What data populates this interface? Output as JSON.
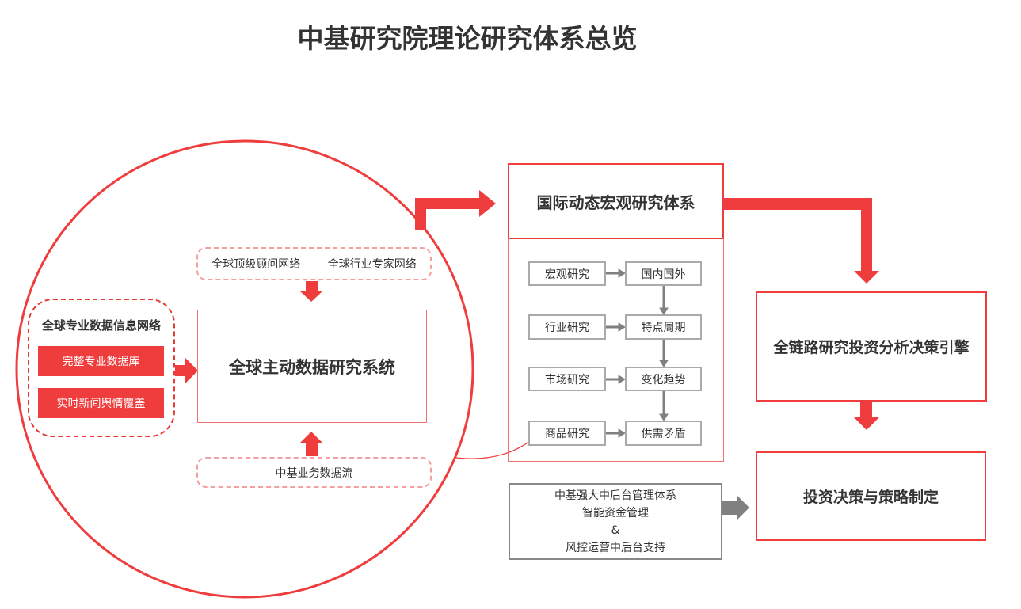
{
  "title": "中基研究院理论研究体系总览",
  "circle": {
    "top_networks": [
      "全球顶级顾问网络",
      "全球行业专家网络"
    ],
    "core_system": "全球主动数据研究系统",
    "business_flow": "中基业务数据流",
    "data_network": {
      "heading": "全球专业数据信息网络",
      "items": [
        "完整专业数据库",
        "实时新闻舆情覆盖"
      ]
    }
  },
  "macro": {
    "title": "国际动态宏观研究体系",
    "rows": [
      {
        "research": "宏观研究",
        "focus": "国内国外"
      },
      {
        "research": "行业研究",
        "focus": "特点周期"
      },
      {
        "research": "市场研究",
        "focus": "变化趋势"
      },
      {
        "research": "商品研究",
        "focus": "供需矛盾"
      }
    ]
  },
  "backoffice": {
    "lines": [
      "中基强大中后台管理体系",
      "智能资金管理",
      "&",
      "风控运营中后台支持"
    ]
  },
  "engine": "全链路研究投资分析决策引擎",
  "decision": "投资决策与策略制定",
  "colors": {
    "accent": "#ef3c3c",
    "gray": "#808080"
  }
}
